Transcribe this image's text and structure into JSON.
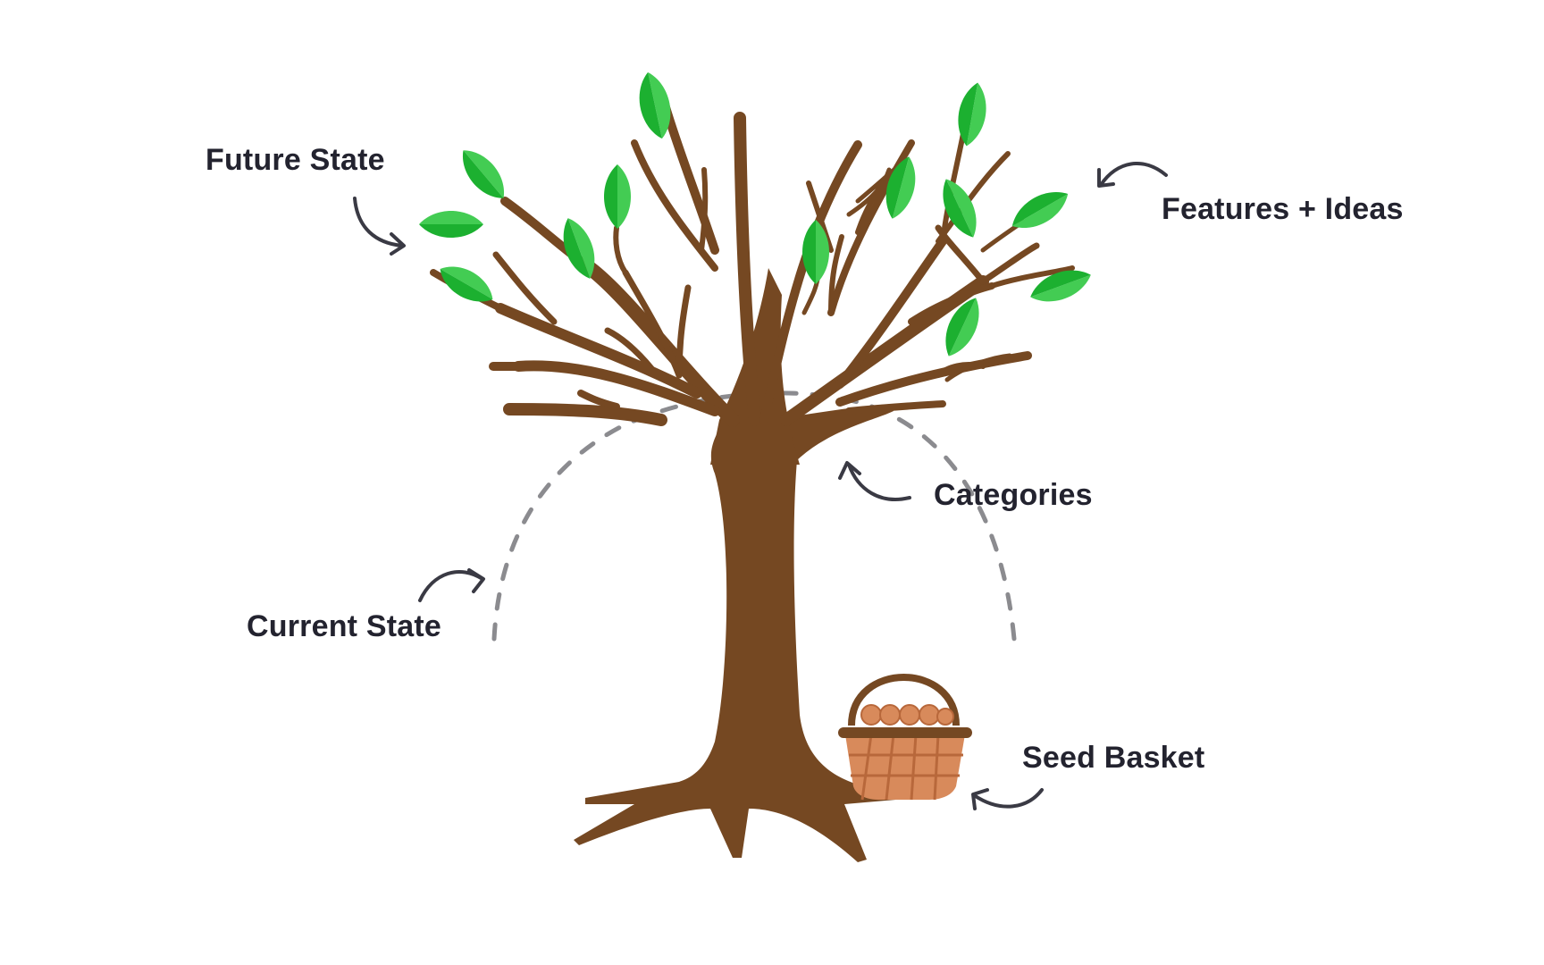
{
  "labels": {
    "future_state": "Future State",
    "features_ideas": "Features + Ideas",
    "categories": "Categories",
    "current_state": "Current State",
    "seed_basket": "Seed Basket"
  },
  "colors": {
    "trunk": "#754822",
    "leaf_light": "#43cc53",
    "leaf_dark": "#1cb030",
    "basket": "#d88a5b",
    "basket_dark": "#754822",
    "dashed_arc": "#8b8b8f",
    "arrow": "#3a3a44",
    "text": "#23232f"
  },
  "icons": [
    "tree-icon",
    "leaf-icon",
    "seed-basket-icon",
    "curved-arrow-icon"
  ]
}
